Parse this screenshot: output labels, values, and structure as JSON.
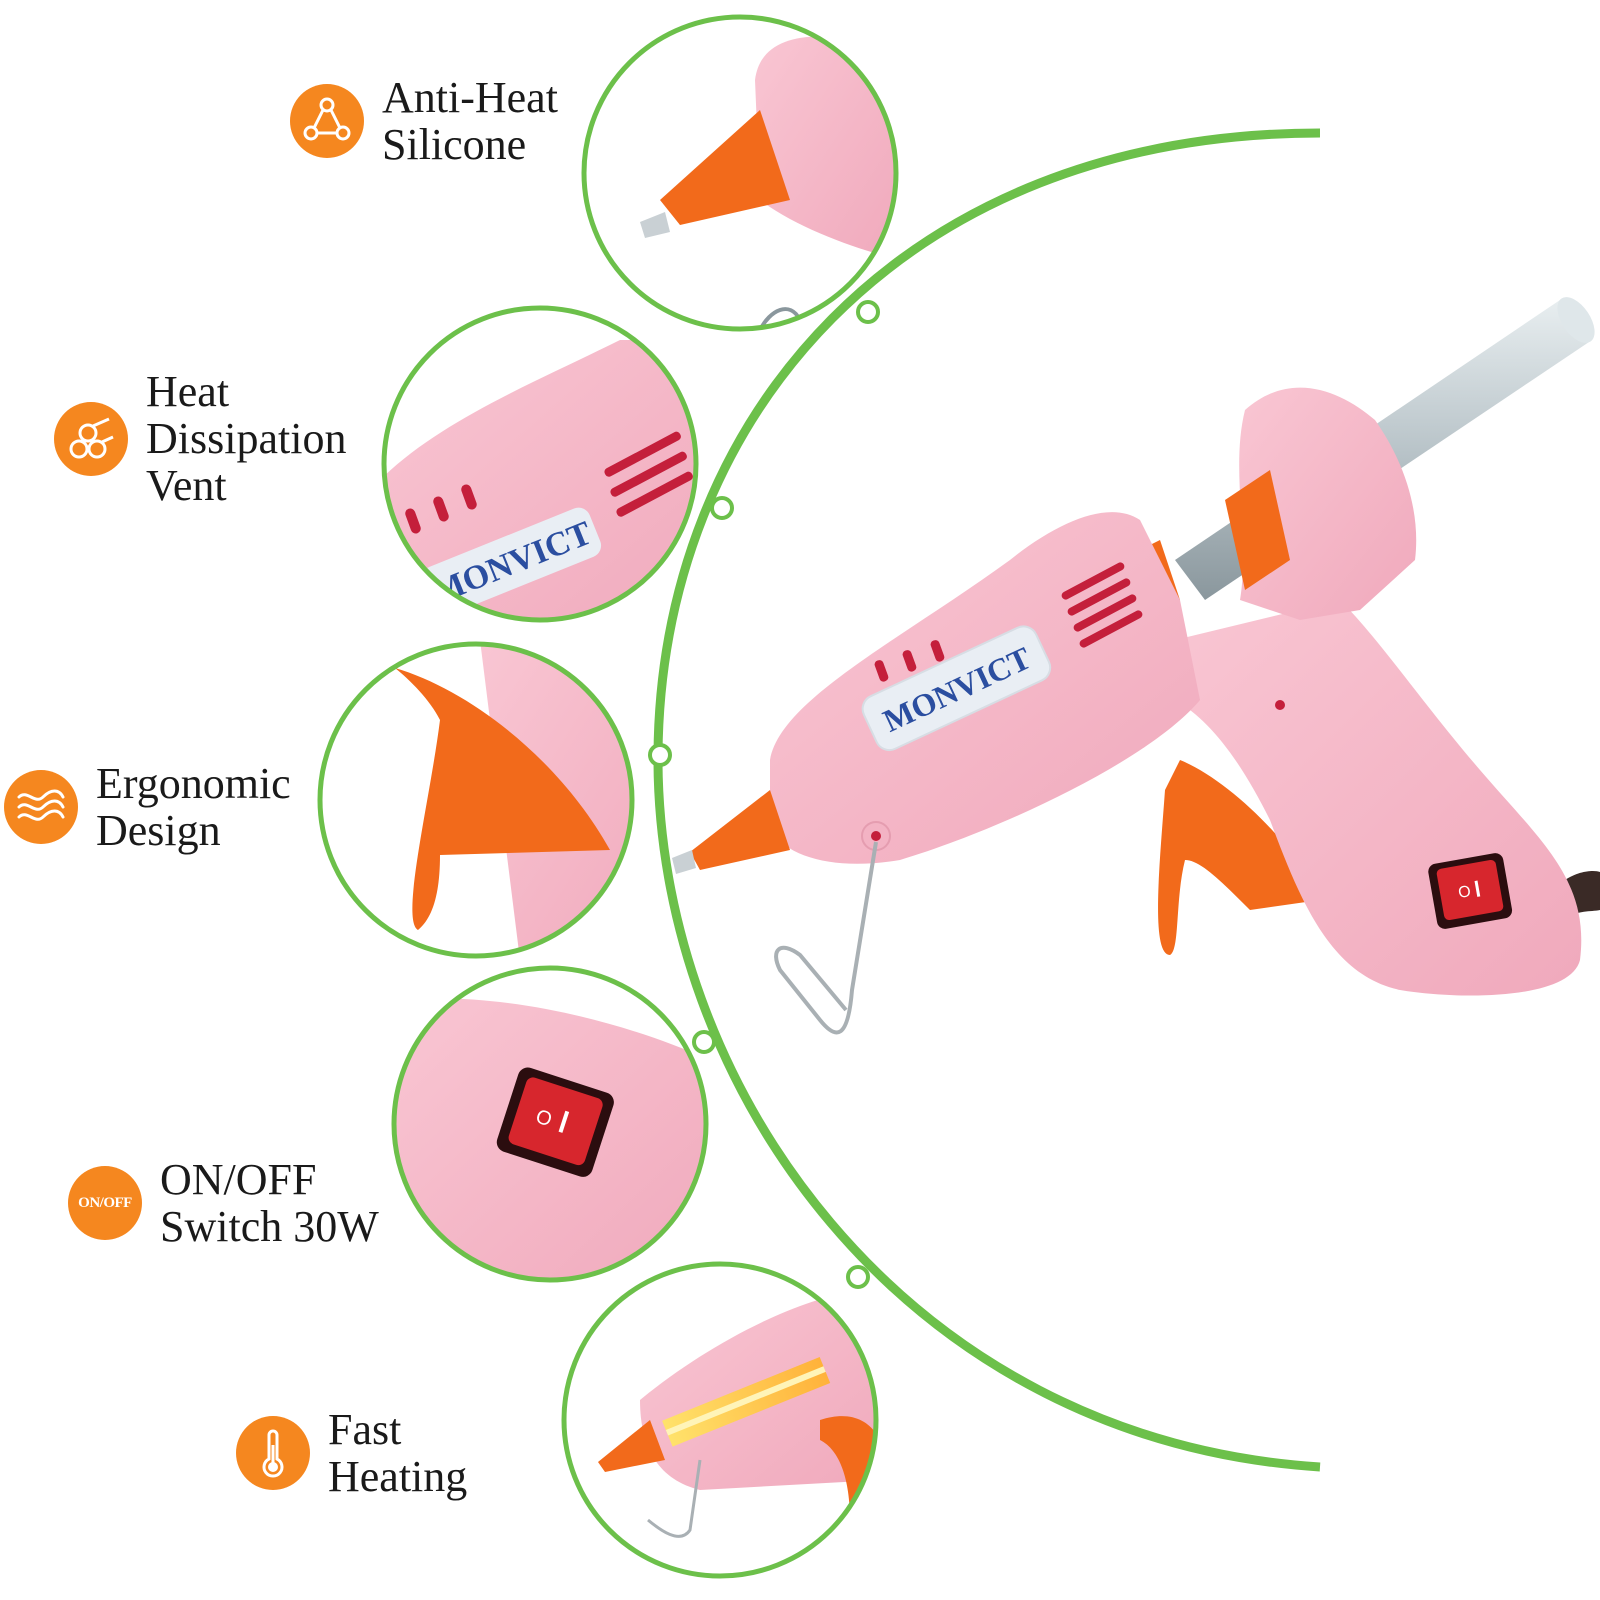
{
  "brand": "MONVICT",
  "switch_marks": {
    "off": "O",
    "on": "I"
  },
  "features": [
    {
      "id": "anti-heat",
      "lines": [
        "Anti-Heat",
        "Silicone"
      ],
      "icon": "nodes-icon"
    },
    {
      "id": "heat-vent",
      "lines": [
        "Heat",
        "Dissipation",
        "Vent"
      ],
      "icon": "rods-icon"
    },
    {
      "id": "ergonomic",
      "lines": [
        "Ergonomic",
        "Design"
      ],
      "icon": "waves-icon"
    },
    {
      "id": "switch",
      "lines": [
        "ON/OFF",
        "Switch 30W"
      ],
      "icon": "on-off-icon",
      "icon_text": "ON/OFF"
    },
    {
      "id": "fast-heating",
      "lines": [
        "Fast",
        "Heating"
      ],
      "icon": "thermometer-icon"
    }
  ],
  "colors": {
    "accent_orange": "#f5871f",
    "ring_green": "#6cc04a",
    "body_pink": "#f6b8c8",
    "nozzle_orange": "#f26a1b",
    "switch_red": "#d7262d",
    "brand_blue": "#2b4ea0"
  }
}
